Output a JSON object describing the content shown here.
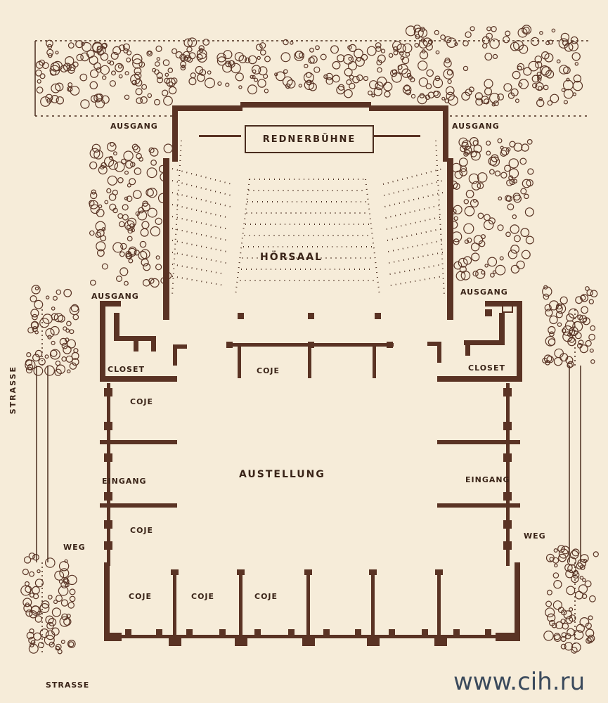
{
  "stage": "REDNERBÜHNE",
  "lecture_hall": "HÖRSAAL",
  "exits": [
    "AUSGANG",
    "AUSGANG",
    "AUSGANG",
    "AUSGANG"
  ],
  "closets": [
    "CLOSET",
    "CLOSET"
  ],
  "booths": [
    "COJE",
    "COJE",
    "COJE",
    "COJE",
    "COJE",
    "COJE"
  ],
  "exhibition": "AUSTELLUNG",
  "entrances": [
    "EINGANG",
    "EINGANG"
  ],
  "paths": [
    "WEG",
    "WEG"
  ],
  "streets": [
    "STRASSE",
    "STRASSE"
  ],
  "watermark": "www.cih.ru",
  "colors": {
    "paper": "#f6ecd9",
    "ink": "#4a2c1e",
    "watermark": "#3b4a5c"
  }
}
